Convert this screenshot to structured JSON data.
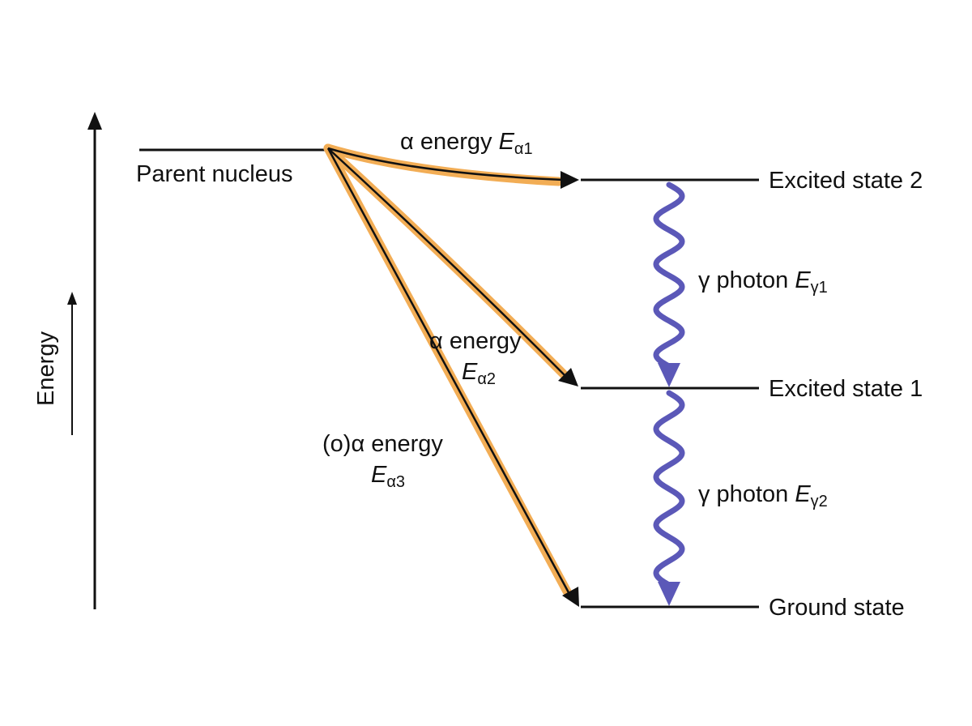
{
  "axis": {
    "label": "Energy"
  },
  "levels": {
    "parent": "Parent nucleus",
    "excited2": "Excited state 2",
    "excited1": "Excited state 1",
    "ground": "Ground state"
  },
  "alpha_transitions": [
    {
      "prefix": "α energy ",
      "symbol": "E",
      "subscript": "α1"
    },
    {
      "line1": "α energy",
      "symbol": "E",
      "subscript": "α2"
    },
    {
      "line1": "(o)α energy",
      "symbol": "E",
      "subscript": "α3"
    }
  ],
  "gamma_transitions": [
    {
      "prefix": "γ photon ",
      "symbol": "E",
      "subscript": "γ1"
    },
    {
      "prefix": "γ photon ",
      "symbol": "E",
      "subscript": "γ2"
    }
  ],
  "colors": {
    "alpha_highlight": "#F2AD55",
    "gamma": "#5B58B8",
    "line": "#111111"
  }
}
